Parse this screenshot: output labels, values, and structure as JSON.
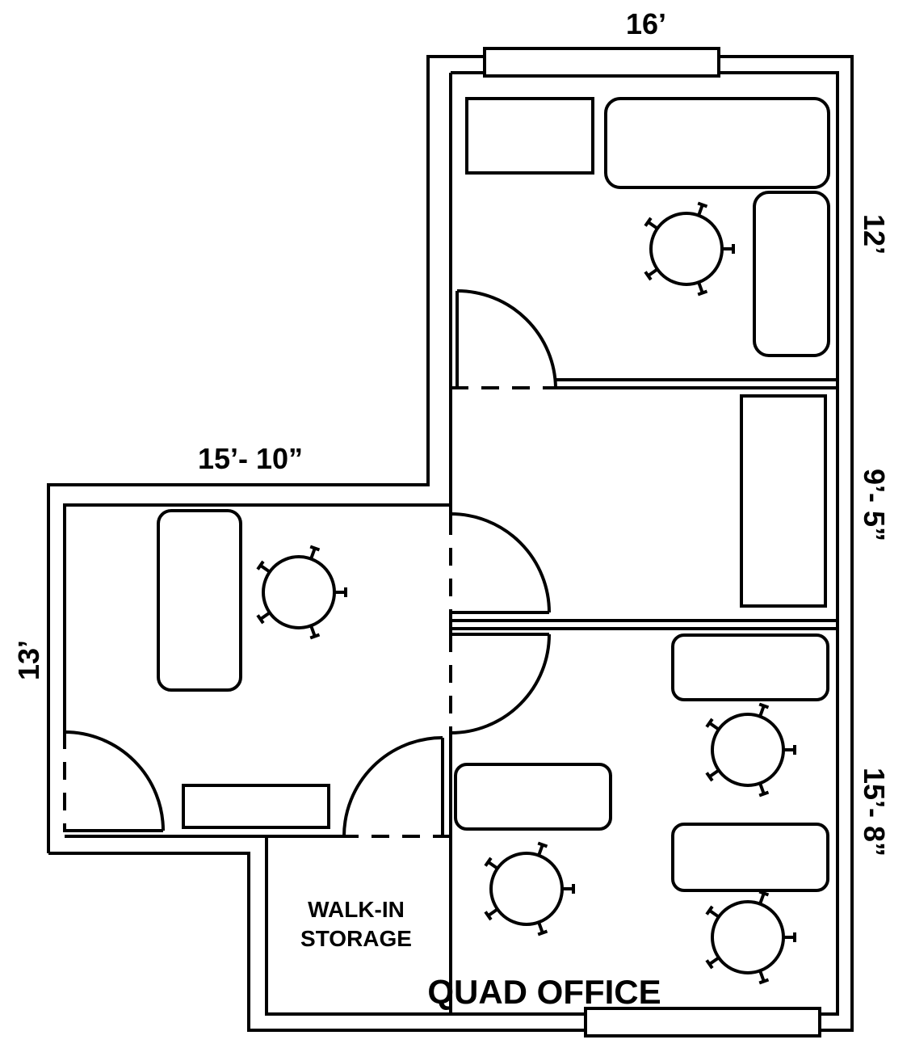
{
  "dimensions": {
    "top_width": "16’",
    "right_upper": "12’",
    "right_middle": "9’- 5”",
    "right_lower": "15’- 8”",
    "left_top_width": "15’- 10”",
    "left_height": "13’"
  },
  "rooms": {
    "storage_line1": "WALK-IN",
    "storage_line2": "STORAGE",
    "office_name": "QUAD OFFICE"
  },
  "colors": {
    "line": "#000000",
    "background": "#ffffff"
  }
}
